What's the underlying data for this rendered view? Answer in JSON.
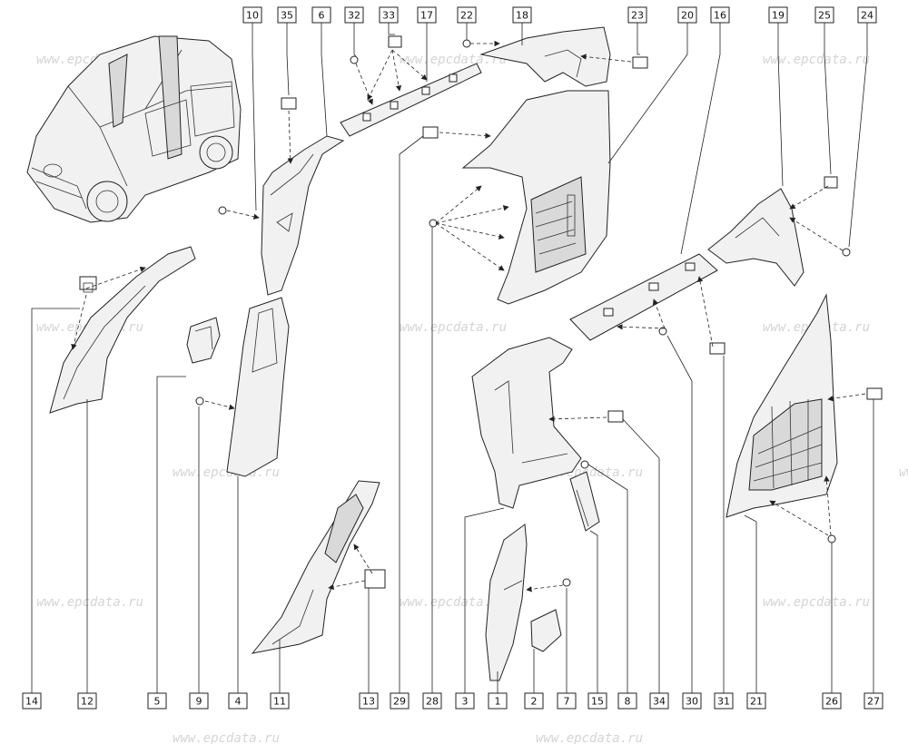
{
  "watermark": "www.epcdata.ru",
  "callouts_top": [
    "10",
    "35",
    "6",
    "32",
    "33",
    "17",
    "22",
    "18",
    "23",
    "20",
    "16",
    "19",
    "25",
    "24"
  ],
  "callouts_bottom": [
    "14",
    "12",
    "5",
    "9",
    "4",
    "11",
    "13",
    "29",
    "28",
    "3",
    "1",
    "2",
    "7",
    "15",
    "8",
    "34",
    "30",
    "31",
    "21",
    "26",
    "27"
  ]
}
